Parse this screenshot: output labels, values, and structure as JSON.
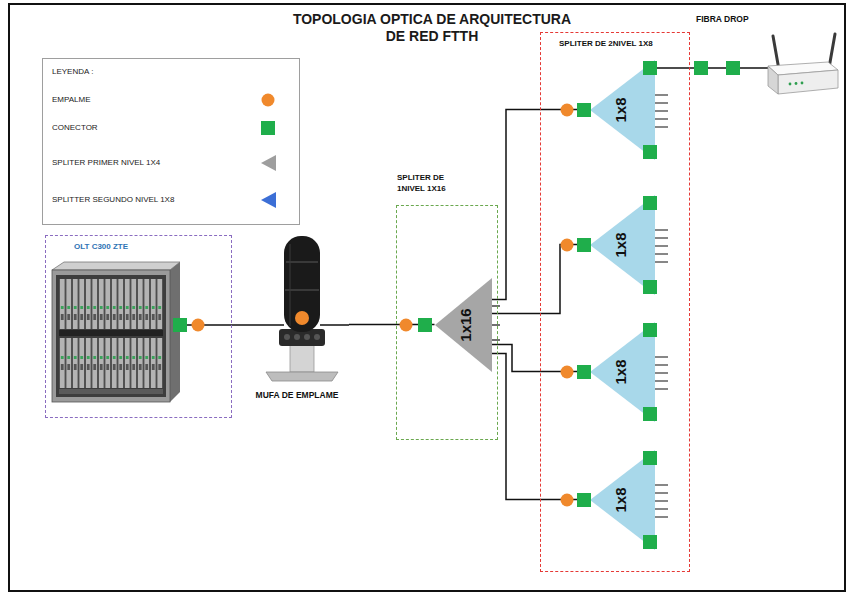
{
  "diagram": {
    "title": "TOPOLOGIA OPTICA DE ARQUITECTURA DE RED FTTH",
    "nodes": [
      {
        "text": [
          "OLT C300 ZTE"
        ]
      },
      {
        "text": [
          "MUFA DE EMPLAME"
        ]
      },
      {
        "text": [
          "SPLITER DE 1NIVEL 1X16"
        ]
      },
      {
        "text": [
          "1x16"
        ],
        "in": 2
      },
      {
        "text": [
          "SPLITER DE 2NIVEL 1X8"
        ]
      },
      {
        "text": [
          "1x8"
        ],
        "in": 4
      },
      {
        "text": [
          "1x8"
        ],
        "in": 4
      },
      {
        "text": [
          "1x8"
        ],
        "in": 4
      },
      {
        "text": [
          "1x8"
        ],
        "in": 4
      }
    ],
    "edges": [
      {
        "from": 0,
        "to": 1,
        "arrow": "none"
      },
      {
        "from": 1,
        "to": 3,
        "arrow": "none"
      },
      {
        "from": 3,
        "to": 5,
        "arrow": "none"
      },
      {
        "from": 3,
        "to": 6,
        "arrow": "none"
      },
      {
        "from": 3,
        "to": 7,
        "arrow": "none"
      },
      {
        "from": 3,
        "to": 8,
        "arrow": "none"
      }
    ],
    "labels": [
      "LEYENDA :",
      "FIBRA DROP"
    ],
    "legend": [
      {
        "text": "EMPALME"
      },
      {
        "text": "CONECTOR"
      },
      {
        "text": "SPLITER PRIMER NIVEL 1X4"
      },
      {
        "text": "SPLITTER SEGUNDO NIVEL 1X8"
      }
    ]
  }
}
